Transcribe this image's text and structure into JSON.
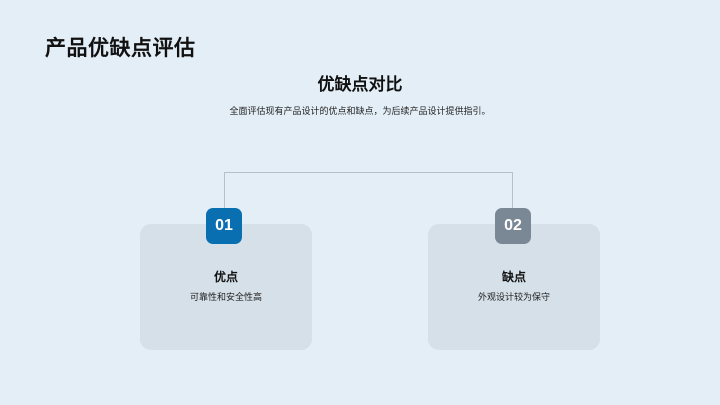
{
  "slide": {
    "title": "产品优缺点评估",
    "section_title": "优缺点对比",
    "subtitle": "全面评估现有产品设计的优点和缺点，为后续产品设计提供指引。"
  },
  "cards": [
    {
      "number": "01",
      "title": "优点",
      "description": "可靠性和安全性高",
      "badge_color": "#0a6fb0"
    },
    {
      "number": "02",
      "title": "缺点",
      "description": "外观设计较为保守",
      "badge_color": "#7a8795"
    }
  ],
  "colors": {
    "background": "#e3eef6",
    "card_background": "#d5e0e8",
    "connector": "#b4c2cc"
  }
}
